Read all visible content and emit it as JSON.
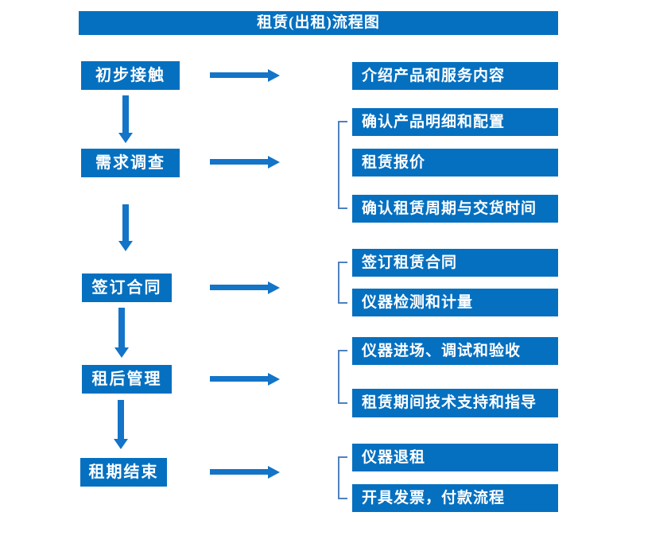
{
  "title": "租赁(出租)流程图",
  "colors": {
    "box_blue": "#0670c0",
    "arrow_blue": "#1374c8",
    "bracket_blue": "#4f81bd"
  },
  "flow": {
    "steps": [
      {
        "label": "初步接触",
        "details": [
          "介绍产品和服务内容"
        ]
      },
      {
        "label": "需求调查",
        "details": [
          "确认产品明细和配置",
          "租赁报价",
          "确认租赁周期与交货时间"
        ]
      },
      {
        "label": "签订合同",
        "details": [
          "签订租赁合同",
          "仪器检测和计量"
        ]
      },
      {
        "label": "租后管理",
        "details": [
          "仪器进场、调试和验收",
          "租赁期间技术支持和指导"
        ]
      },
      {
        "label": "租期结束",
        "details": [
          "仪器退租",
          "开具发票，付款流程"
        ]
      }
    ]
  }
}
